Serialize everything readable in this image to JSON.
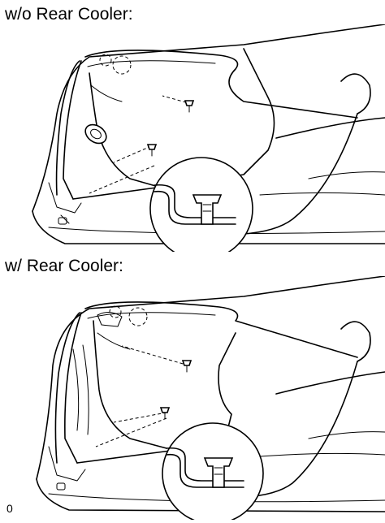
{
  "captions": {
    "without_rear_cooler": "w/o Rear Cooler:",
    "with_rear_cooler": "w/ Rear Cooler:"
  },
  "figure_code": "0",
  "colors": {
    "line": "#000000",
    "background": "#ffffff"
  }
}
